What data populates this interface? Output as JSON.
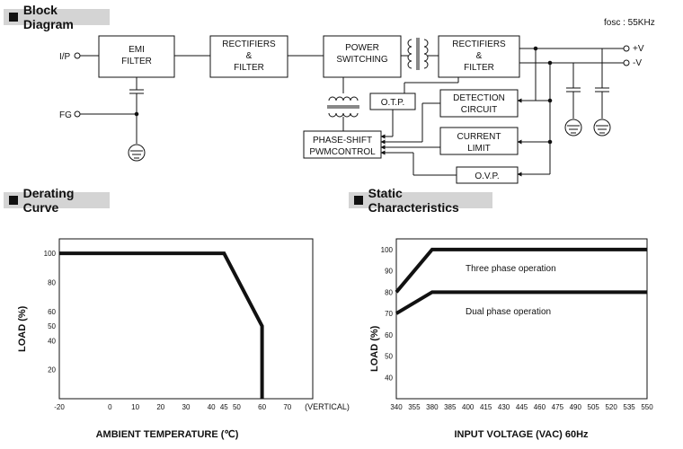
{
  "block_diagram": {
    "title": "Block Diagram",
    "fosc": "fosc : 55KHz",
    "inputs": {
      "ip": "I/P",
      "fg": "FG"
    },
    "outputs": {
      "pos": "+V",
      "neg": "-V"
    },
    "blocks": {
      "emi_filter": [
        "EMI",
        "FILTER"
      ],
      "rectifiers_1": [
        "RECTIFIERS",
        "&",
        "FILTER"
      ],
      "power_switching": [
        "POWER",
        "SWITCHING"
      ],
      "rectifiers_2": [
        "RECTIFIERS",
        "&",
        "FILTER"
      ],
      "otp": [
        "O.T.P."
      ],
      "detection": [
        "DETECTION",
        "CIRCUIT"
      ],
      "phase_shift": [
        "PHASE-SHIFT",
        "PWMCONTROL"
      ],
      "current_limit": [
        "CURRENT",
        "LIMIT"
      ],
      "ovp": [
        "O.V.P."
      ]
    }
  },
  "derating_curve": {
    "title": "Derating Curve",
    "chart_data": {
      "type": "line",
      "xlabel": "AMBIENT TEMPERATURE (℃)",
      "ylabel": "LOAD (%)",
      "x_ticks": [
        "-20",
        "0",
        "10",
        "20",
        "30",
        "40",
        "45",
        "50",
        "60",
        "70"
      ],
      "x_tick_values": [
        -20,
        0,
        10,
        20,
        30,
        40,
        45,
        50,
        60,
        70
      ],
      "x_extra_label": "(VERTICAL)",
      "y_ticks": [
        "100",
        "80",
        "60",
        "50",
        "40",
        "20"
      ],
      "y_tick_values": [
        100,
        80,
        60,
        50,
        40,
        20
      ],
      "xlim": [
        -20,
        80
      ],
      "ylim": [
        0,
        110
      ],
      "series": [
        {
          "x": [
            -20,
            45,
            60,
            60
          ],
          "y": [
            100,
            100,
            50,
            0
          ]
        }
      ]
    }
  },
  "static_characteristics": {
    "title": "Static Characteristics",
    "chart_data": {
      "type": "line",
      "xlabel": "INPUT VOLTAGE (VAC) 60Hz",
      "ylabel": "LOAD (%)",
      "x_ticks": [
        "340",
        "355",
        "380",
        "385",
        "400",
        "415",
        "430",
        "445",
        "460",
        "475",
        "490",
        "505",
        "520",
        "535",
        "550"
      ],
      "y_ticks": [
        "100",
        "90",
        "80",
        "70",
        "60",
        "50",
        "40"
      ],
      "y_tick_values": [
        100,
        90,
        80,
        70,
        60,
        50,
        40
      ],
      "xlim": [
        340,
        550
      ],
      "ylim": [
        30,
        105
      ],
      "series": [
        {
          "name": "Three phase operation",
          "x": [
            340,
            380,
            550
          ],
          "y": [
            80,
            100,
            100
          ]
        },
        {
          "name": "Dual phase operation",
          "x": [
            340,
            380,
            550
          ],
          "y": [
            70,
            80,
            80
          ]
        }
      ]
    }
  }
}
